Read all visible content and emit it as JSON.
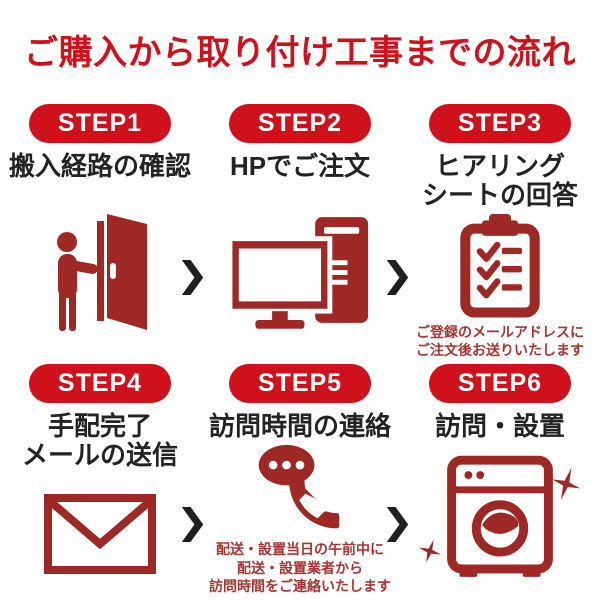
{
  "title": "ご購入から取り付け工事までの流れ",
  "colors": {
    "title_red": "#d0101a",
    "badge_red": "#cf111c",
    "icon_red": "#9d2824",
    "note_red": "#a83531",
    "label_dark": "#232323",
    "arrow_black": "#1f1f1f"
  },
  "arrow_icon": "chevron-right-icon",
  "steps": [
    {
      "badge": "STEP1",
      "label": "搬入経路の確認",
      "icon": "door-person-icon",
      "note": ""
    },
    {
      "badge": "STEP2",
      "label": "HPでご注文",
      "icon": "desktop-computer-icon",
      "note": ""
    },
    {
      "badge": "STEP3",
      "label": "ヒアリング\nシートの回答",
      "icon": "checklist-clipboard-icon",
      "note": "ご登録のメールアドレスに\nご注文後お送りいたします"
    },
    {
      "badge": "STEP4",
      "label": "手配完了\nメールの送信",
      "icon": "envelope-icon",
      "note": ""
    },
    {
      "badge": "STEP5",
      "label": "訪問時間の連絡",
      "icon": "phone-chat-icon",
      "note": "配送・設置当日の午前中に\n配送・設置業者から\n訪問時間をご連絡いたします"
    },
    {
      "badge": "STEP6",
      "label": "訪問・設置",
      "icon": "washing-machine-icon",
      "note": ""
    }
  ]
}
